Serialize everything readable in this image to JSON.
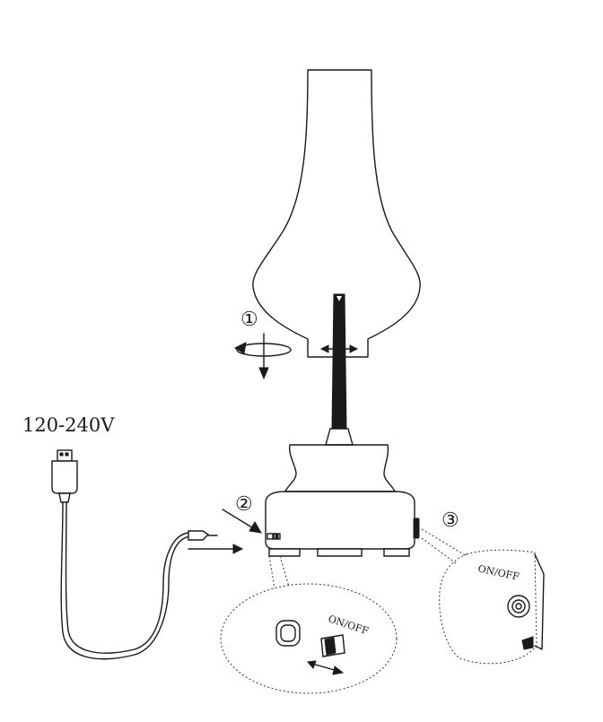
{
  "diagram": {
    "voltage_label": "120-240V",
    "steps": [
      {
        "label": "①"
      },
      {
        "label": "②"
      },
      {
        "label": "③"
      }
    ],
    "callouts": {
      "switch_label_left": "ON/OFF",
      "switch_label_right": "ON/OFF"
    }
  }
}
